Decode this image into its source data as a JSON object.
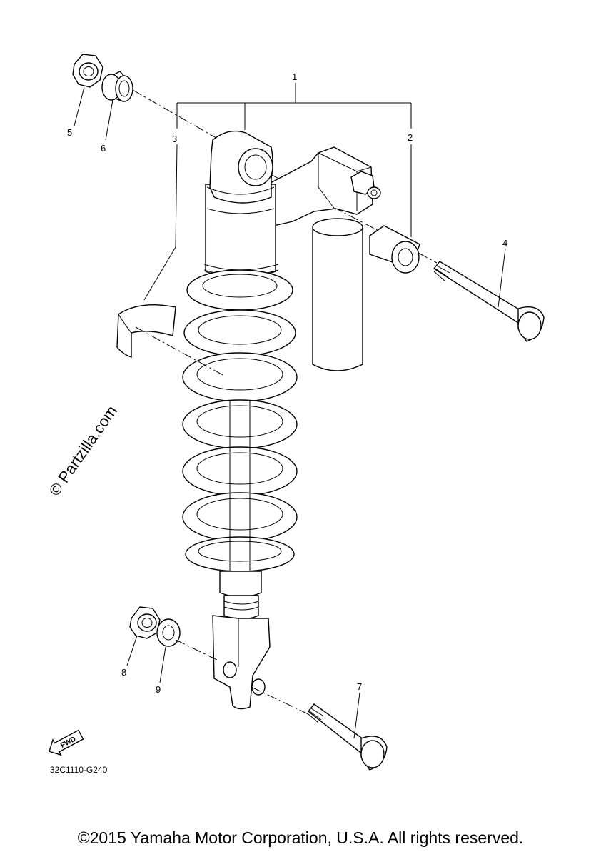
{
  "callouts": {
    "c1": "1",
    "c2": "2",
    "c3": "3",
    "c4": "4",
    "c5": "5",
    "c6": "6",
    "c7": "7",
    "c8": "8",
    "c9": "9"
  },
  "drawing_code": "32C1110-G240",
  "watermark": "© Partzilla.com",
  "fwd_label": "FWD",
  "copyright": "©2015 Yamaha Motor Corporation, U.S.A. All rights reserved."
}
